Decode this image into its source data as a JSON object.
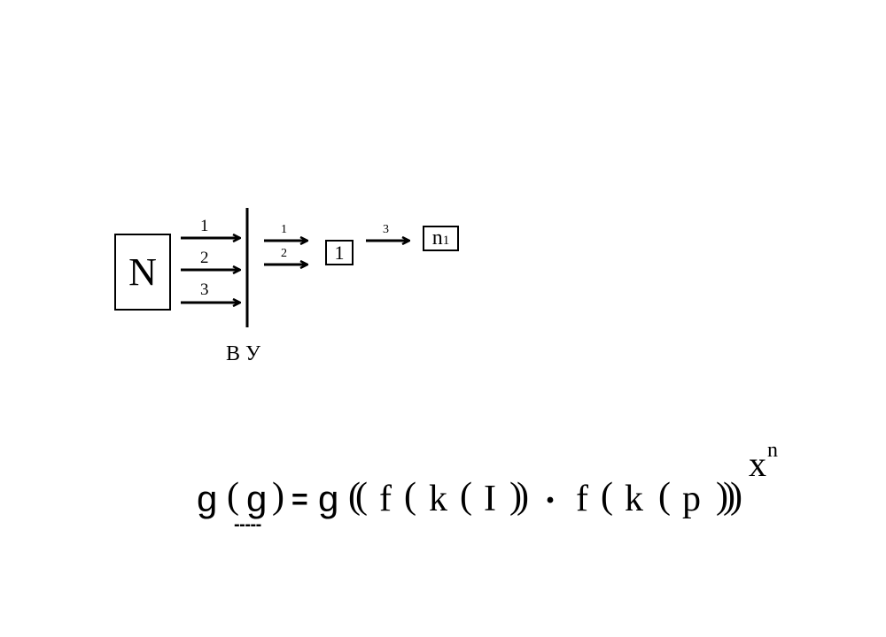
{
  "diagram": {
    "source_box": "N",
    "input_labels": [
      "1",
      "2",
      "3"
    ],
    "divider_label": "В У",
    "output_labels": [
      "1",
      "2"
    ],
    "middle_box": "1",
    "final_arrow_label": "3",
    "final_box": {
      "main": "n",
      "sub": "1"
    }
  },
  "formula": {
    "tokens": [
      "g",
      "(",
      "g",
      ")",
      "=",
      "g",
      "((",
      "f",
      "(",
      "k",
      "(",
      "I",
      "))",
      "·",
      "f",
      "(",
      "k",
      "(",
      "p",
      ")))"
    ],
    "exponent_base": "x",
    "exponent_power": "n",
    "underline": "-----"
  }
}
